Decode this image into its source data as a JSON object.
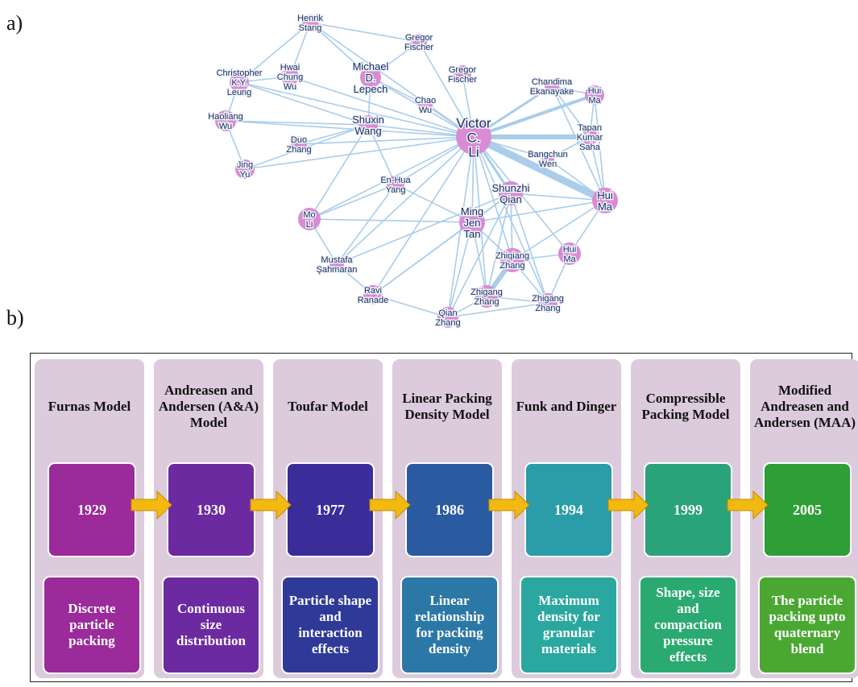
{
  "panels": {
    "a_label": "a)",
    "b_label": "b)"
  },
  "network": {
    "nodes": [
      {
        "id": "victor",
        "label": [
          "Victor",
          "C.",
          "Li"
        ],
        "size": "big"
      },
      {
        "id": "henrik",
        "label": [
          "Henrik",
          "Stang"
        ]
      },
      {
        "id": "gregor1",
        "label": [
          "Gregor",
          "Fischer"
        ]
      },
      {
        "id": "gregor2",
        "label": [
          "Gregor",
          "Fischer"
        ]
      },
      {
        "id": "michael",
        "label": [
          "Michael",
          "D.",
          "Lepech"
        ],
        "size": "mid"
      },
      {
        "id": "christopher",
        "label": [
          "Christopher",
          "K.Y.",
          "Leung"
        ]
      },
      {
        "id": "hwai",
        "label": [
          "Hwai",
          "Chung",
          "Wu"
        ]
      },
      {
        "id": "haoliang",
        "label": [
          "Haoliang",
          "Wu"
        ]
      },
      {
        "id": "chao",
        "label": [
          "Chao",
          "Wu"
        ]
      },
      {
        "id": "shuxin",
        "label": [
          "Shuxin",
          "Wang"
        ],
        "size": "mid"
      },
      {
        "id": "duo",
        "label": [
          "Duo",
          "Zhang"
        ]
      },
      {
        "id": "jing",
        "label": [
          "Jing",
          "Yu"
        ]
      },
      {
        "id": "chandima",
        "label": [
          "Chandima",
          "Ekanayake"
        ]
      },
      {
        "id": "huima1",
        "label": [
          "Hui",
          "Ma"
        ]
      },
      {
        "id": "tapan",
        "label": [
          "Tapan",
          "Kumar",
          "Saha"
        ]
      },
      {
        "id": "bangchun",
        "label": [
          "Bangchun",
          "Wen"
        ]
      },
      {
        "id": "huima2",
        "label": [
          "Hui",
          "Ma"
        ],
        "size": "mid"
      },
      {
        "id": "enhua",
        "label": [
          "En-Hua",
          "Yang"
        ]
      },
      {
        "id": "shunzhi",
        "label": [
          "Shunzhi",
          "Qian"
        ],
        "size": "mid"
      },
      {
        "id": "moli",
        "label": [
          "Mo",
          "Li"
        ]
      },
      {
        "id": "ming",
        "label": [
          "Ming",
          "Jen",
          "Tan"
        ],
        "size": "mid"
      },
      {
        "id": "zhiqiang",
        "label": [
          "Zhiqiang",
          "Zhang"
        ]
      },
      {
        "id": "huima3",
        "label": [
          "Hui",
          "Ma"
        ]
      },
      {
        "id": "mustafa",
        "label": [
          "Mustafa",
          "Şahmaran"
        ]
      },
      {
        "id": "ravi",
        "label": [
          "Ravi",
          "Ranade"
        ]
      },
      {
        "id": "zhigang1",
        "label": [
          "Zhigang",
          "Zhang"
        ]
      },
      {
        "id": "zhigang2",
        "label": [
          "Zhigang",
          "Zhang"
        ]
      },
      {
        "id": "qian",
        "label": [
          "Qian",
          "Zhang"
        ]
      }
    ],
    "edges": [
      [
        "victor",
        "henrik"
      ],
      [
        "victor",
        "gregor1"
      ],
      [
        "victor",
        "gregor2"
      ],
      [
        "victor",
        "michael"
      ],
      [
        "victor",
        "christopher"
      ],
      [
        "victor",
        "hwai"
      ],
      [
        "victor",
        "haoliang"
      ],
      [
        "victor",
        "chao"
      ],
      [
        "victor",
        "shuxin"
      ],
      [
        "victor",
        "duo"
      ],
      [
        "victor",
        "jing"
      ],
      [
        "victor",
        "enhua"
      ],
      [
        "victor",
        "shunzhi"
      ],
      [
        "victor",
        "moli"
      ],
      [
        "victor",
        "ming"
      ],
      [
        "victor",
        "zhiqiang"
      ],
      [
        "victor",
        "mustafa"
      ],
      [
        "victor",
        "ravi"
      ],
      [
        "victor",
        "zhigang1"
      ],
      [
        "victor",
        "qian"
      ],
      [
        "victor",
        "chandima"
      ],
      [
        "victor",
        "huima1"
      ],
      [
        "victor",
        "tapan"
      ],
      [
        "victor",
        "bangchun"
      ],
      [
        "victor",
        "huima2"
      ],
      [
        "victor",
        "huima3"
      ],
      [
        "victor",
        "zhigang2"
      ],
      [
        "henrik",
        "christopher"
      ],
      [
        "henrik",
        "gregor1"
      ],
      [
        "henrik",
        "michael"
      ],
      [
        "henrik",
        "hwai"
      ],
      [
        "christopher",
        "hwai"
      ],
      [
        "christopher",
        "haoliang"
      ],
      [
        "christopher",
        "shuxin"
      ],
      [
        "haoliang",
        "jing"
      ],
      [
        "haoliang",
        "shuxin"
      ],
      [
        "jing",
        "shuxin"
      ],
      [
        "duo",
        "shuxin"
      ],
      [
        "michael",
        "shuxin"
      ],
      [
        "michael",
        "gregor1"
      ],
      [
        "michael",
        "chao"
      ],
      [
        "chandima",
        "huima1"
      ],
      [
        "chandima",
        "tapan"
      ],
      [
        "huima1",
        "tapan"
      ],
      [
        "tapan",
        "huima2"
      ],
      [
        "huima1",
        "huima2"
      ],
      [
        "chandima",
        "huima2"
      ],
      [
        "bangchun",
        "huima2"
      ],
      [
        "tapan",
        "bangchun"
      ],
      [
        "huima2",
        "shunzhi"
      ],
      [
        "huima2",
        "ming"
      ],
      [
        "huima2",
        "zhiqiang"
      ],
      [
        "huima2",
        "huima3"
      ],
      [
        "enhua",
        "moli"
      ],
      [
        "enhua",
        "mustafa"
      ],
      [
        "moli",
        "mustafa"
      ],
      [
        "moli",
        "ming"
      ],
      [
        "shunzhi",
        "ming"
      ],
      [
        "shunzhi",
        "zhiqiang"
      ],
      [
        "shunzhi",
        "zhigang1"
      ],
      [
        "shunzhi",
        "zhigang2"
      ],
      [
        "shunzhi",
        "qian"
      ],
      [
        "shunzhi",
        "ravi"
      ],
      [
        "ming",
        "zhiqiang"
      ],
      [
        "ming",
        "zhigang1"
      ],
      [
        "ming",
        "qian"
      ],
      [
        "ming",
        "ravi"
      ],
      [
        "zhiqiang",
        "zhigang1"
      ],
      [
        "zhiqiang",
        "zhigang2"
      ],
      [
        "zhiqiang",
        "huima3"
      ],
      [
        "huima3",
        "zhigang2"
      ],
      [
        "zhigang1",
        "qian"
      ],
      [
        "zhigang1",
        "zhigang2"
      ],
      [
        "ravi",
        "mustafa"
      ],
      [
        "ravi",
        "qian"
      ],
      [
        "qian",
        "zhigang2"
      ],
      [
        "enhua",
        "ming"
      ],
      [
        "shuxin",
        "enhua"
      ],
      [
        "moli",
        "shuxin"
      ],
      [
        "mustafa",
        "shunzhi"
      ]
    ]
  },
  "timeline": {
    "columns": [
      {
        "title": "Furnas Model",
        "year": "1929",
        "desc": "Discrete particle packing",
        "color": "#9b2a9a",
        "desc_color": "#9b2a9a"
      },
      {
        "title": "Andreasen and Andersen (A&A) Model",
        "year": "1930",
        "desc": "Continuous size distribution",
        "color": "#6c2aa0",
        "desc_color": "#6c2aa0"
      },
      {
        "title": "Toufar Model",
        "year": "1977",
        "desc": "Particle shape and interaction effects",
        "color": "#3a2d9a",
        "desc_color": "#2f3a98"
      },
      {
        "title": "Linear Packing Density Model",
        "year": "1986",
        "desc": "Linear relationship for packing density",
        "color": "#2a5aa0",
        "desc_color": "#2b78a6"
      },
      {
        "title": "Funk and Dinger",
        "year": "1994",
        "desc": "Maximum density for granular materials",
        "color": "#2a9da8",
        "desc_color": "#2aa8a0"
      },
      {
        "title": "Compressible Packing Model",
        "year": "1999",
        "desc": "Shape, size and compaction pressure effects",
        "color": "#2aa27a",
        "desc_color": "#2aaa70"
      },
      {
        "title": "Modified Andreasen and Andersen (MAA)",
        "year": "2005",
        "desc": "The particle packing upto quaternary blend",
        "color": "#2e9e36",
        "desc_color": "#4aa832"
      }
    ],
    "arrow_color": "#f2b90f"
  }
}
